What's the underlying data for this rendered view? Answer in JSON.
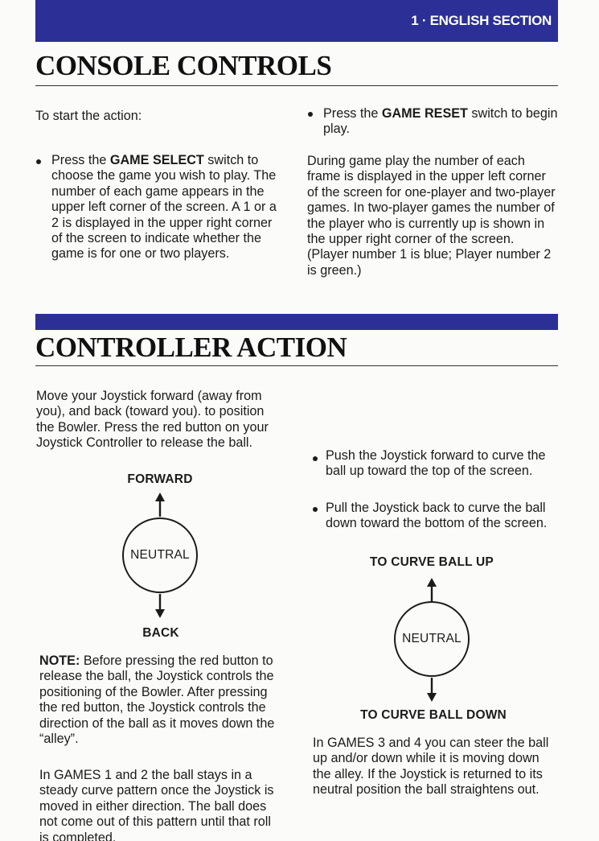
{
  "header": {
    "section_label": "1 · ENGLISH SECTION"
  },
  "console": {
    "title": "CONSOLE CONTROLS",
    "intro": "To start the action:",
    "bullet1": {
      "before": "Press the ",
      "bold": "GAME SELECT",
      "after": " switch to choose the game you wish to play. The number of each game appears in the upper left corner of the screen. A 1 or a 2 is displayed in the upper right corner of the screen to indicate whether the game is for one or two players."
    },
    "bullet2": {
      "before": "Press the ",
      "bold": "GAME RESET",
      "after": " switch to begin play."
    },
    "paragraph": "During game play the number of each frame is displayed in the upper left corner of the screen for one-player and two-player games. In two-player games the number of the player who is currently up is shown in the upper right corner of the screen. (Player number 1 is blue; Player number 2 is green.)"
  },
  "controller": {
    "title": "CONTROLLER ACTION",
    "intro": "Move your Joystick forward (away from you), and back (toward you). to position the Bowler. Press the red button on your Joystick Controller to release the ball.",
    "diagram1": {
      "top": "FORWARD",
      "center": "NEUTRAL",
      "bottom": "BACK"
    },
    "note": {
      "label": "NOTE:",
      "text": " Before pressing the red button to release the ball, the Joystick controls the positioning of the Bowler. After pressing the red button, the Joystick controls the direction of the ball as it moves down the “alley”."
    },
    "games12": "In GAMES 1 and 2 the ball stays in a steady curve pattern once the Joystick is moved in either direction. The ball does not come out of this pattern until that roll is completed.",
    "bullet_up": "Push the Joystick forward to curve the ball up toward the top of the screen.",
    "bullet_down": "Pull the Joystick back to curve the ball down toward the bottom of the screen.",
    "diagram2": {
      "top": "TO CURVE BALL UP",
      "center": "NEUTRAL",
      "bottom": "TO CURVE BALL DOWN"
    },
    "games34": "In GAMES 3 and 4 you can steer the ball up and/or down while it is moving down the alley. If the Joystick is returned to its neutral position the ball straightens out."
  }
}
